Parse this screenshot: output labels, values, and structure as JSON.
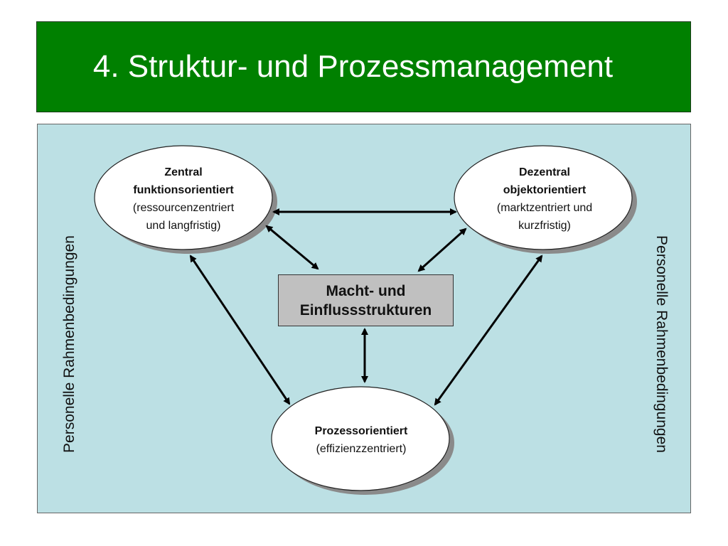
{
  "title": "4. Struktur- und Prozessmanagement",
  "side_label_left": "Personelle Rahmenbedingungen",
  "side_label_right": "Personelle Rahmenbedingungen",
  "nodes": {
    "zentral": {
      "title_line1": "Zentral",
      "title_line2": "funktionsorientiert",
      "sub_line1": "(ressourcenzentriert",
      "sub_line2": "und langfristig)"
    },
    "dezentral": {
      "title_line1": "Dezentral",
      "title_line2": "objektorientiert",
      "sub_line1": "(marktzentriert und",
      "sub_line2": "kurzfristig)"
    },
    "prozess": {
      "title_line1": "Prozessorientiert",
      "sub_line1": "(effizienzzentriert)"
    },
    "center": {
      "line1": "Macht- und",
      "line2": "Einflussstrukturen"
    }
  },
  "colors": {
    "title_bar": "#008000",
    "panel": "#bce0e4",
    "center_box": "#c0c0c0",
    "ellipse_fill": "#ffffff",
    "arrow": "#000000"
  }
}
